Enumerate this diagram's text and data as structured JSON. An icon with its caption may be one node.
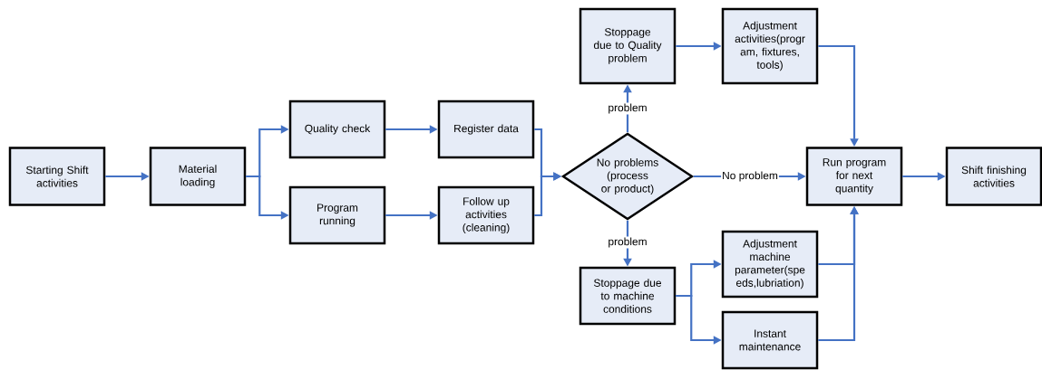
{
  "diagram": {
    "nodes": [
      {
        "text": [
          "Starting Shift activities"
        ]
      },
      {
        "text": [
          "Material loading"
        ]
      },
      {
        "text": [
          "Quality check"
        ]
      },
      {
        "text": [
          "Program running"
        ]
      },
      {
        "text": [
          "Register data"
        ]
      },
      {
        "text": [
          "Follow up activities (cleaning)"
        ]
      },
      {
        "text": [
          "No problems (process or product)"
        ]
      },
      {
        "text": [
          "Stoppage due to Quality problem"
        ]
      },
      {
        "text": [
          "Adjustment activities(progr am, fixtures, tools)"
        ]
      },
      {
        "text": [
          "Run program for next quantity"
        ]
      },
      {
        "text": [
          "Shift finishing activities"
        ]
      },
      {
        "text": [
          "Stoppage due to machine conditions"
        ]
      },
      {
        "text": [
          "Adjustment machine parameter(spe eds,lubriation)"
        ]
      },
      {
        "text": [
          "Instant maintenance"
        ]
      }
    ],
    "edges": [
      {
        "from": 0,
        "to": 1,
        "arrow": "to"
      },
      {
        "from": 1,
        "to": 2,
        "arrow": "to"
      },
      {
        "from": 1,
        "to": 3,
        "arrow": "to"
      },
      {
        "from": 2,
        "to": 4,
        "arrow": "to"
      },
      {
        "from": 3,
        "to": 5,
        "arrow": "to"
      },
      {
        "from": 4,
        "to": 6,
        "arrow": "to"
      },
      {
        "from": 5,
        "to": 6,
        "arrow": "to"
      },
      {
        "from": 6,
        "to": 7,
        "arrow": "to",
        "label": "problem"
      },
      {
        "from": 6,
        "to": 9,
        "arrow": "to",
        "label": "No problem"
      },
      {
        "from": 6,
        "to": 11,
        "arrow": "to",
        "label": "problem"
      },
      {
        "from": 7,
        "to": 8,
        "arrow": "to"
      },
      {
        "from": 8,
        "to": 9,
        "arrow": "to"
      },
      {
        "from": 9,
        "to": 10,
        "arrow": "to"
      },
      {
        "from": 11,
        "to": 12,
        "arrow": "to"
      },
      {
        "from": 11,
        "to": 13,
        "arrow": "to"
      },
      {
        "from": 12,
        "to": 9,
        "arrow": "to"
      },
      {
        "from": 13,
        "to": 9,
        "arrow": "to"
      }
    ]
  }
}
